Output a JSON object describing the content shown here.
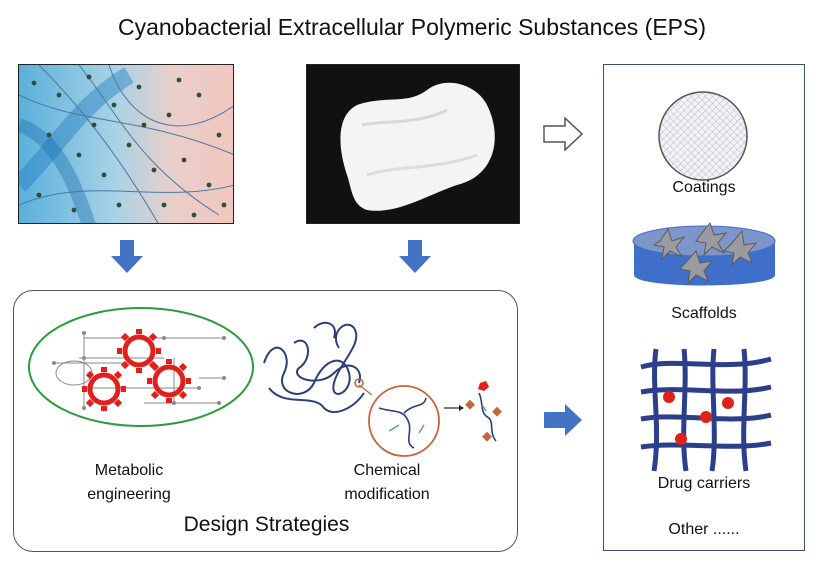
{
  "title": "Cyanobacterial Extracellular Polymeric Substances (EPS)",
  "design_strategies": {
    "title": "Design Strategies",
    "metabolic_label_line1": "Metabolic",
    "metabolic_label_line2": "engineering",
    "chemical_label_line1": "Chemical",
    "chemical_label_line2": "modification"
  },
  "applications": {
    "coatings": "Coatings",
    "scaffolds": "Scaffolds",
    "drug_carriers": "Drug carriers",
    "other": "Other ......"
  },
  "colors": {
    "arrow_blue": "#4472c4",
    "gear_red": "#e0201b",
    "ellipse_green": "#2a9d3a",
    "polymer_navy": "#2b3f7a",
    "zoom_orange": "#c8643a",
    "scaffold_blue": "#3f6fc9"
  }
}
